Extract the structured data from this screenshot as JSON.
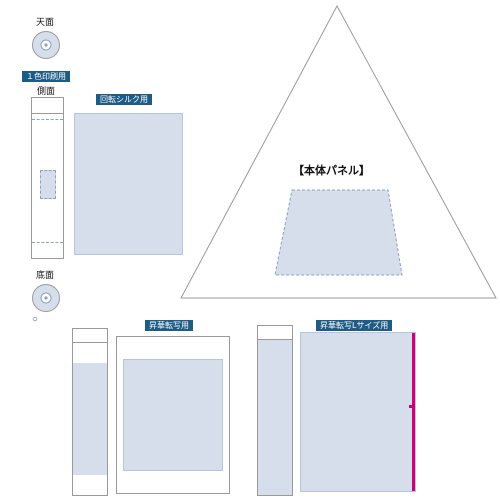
{
  "labels": {
    "top_face": "天面",
    "one_color": "１色印刷用",
    "side_face": "側面",
    "rotary_silk": "回転シルク用",
    "body_panel": "【本体パネル】",
    "bottom_face": "底面",
    "sublimation": "昇華転写用",
    "sublimation_l": "昇華転写Lサイズ用"
  },
  "colors": {
    "tag_bg": "#1e5b85",
    "print_area": "#d5deea",
    "magenta_edge": "#d1007a"
  }
}
